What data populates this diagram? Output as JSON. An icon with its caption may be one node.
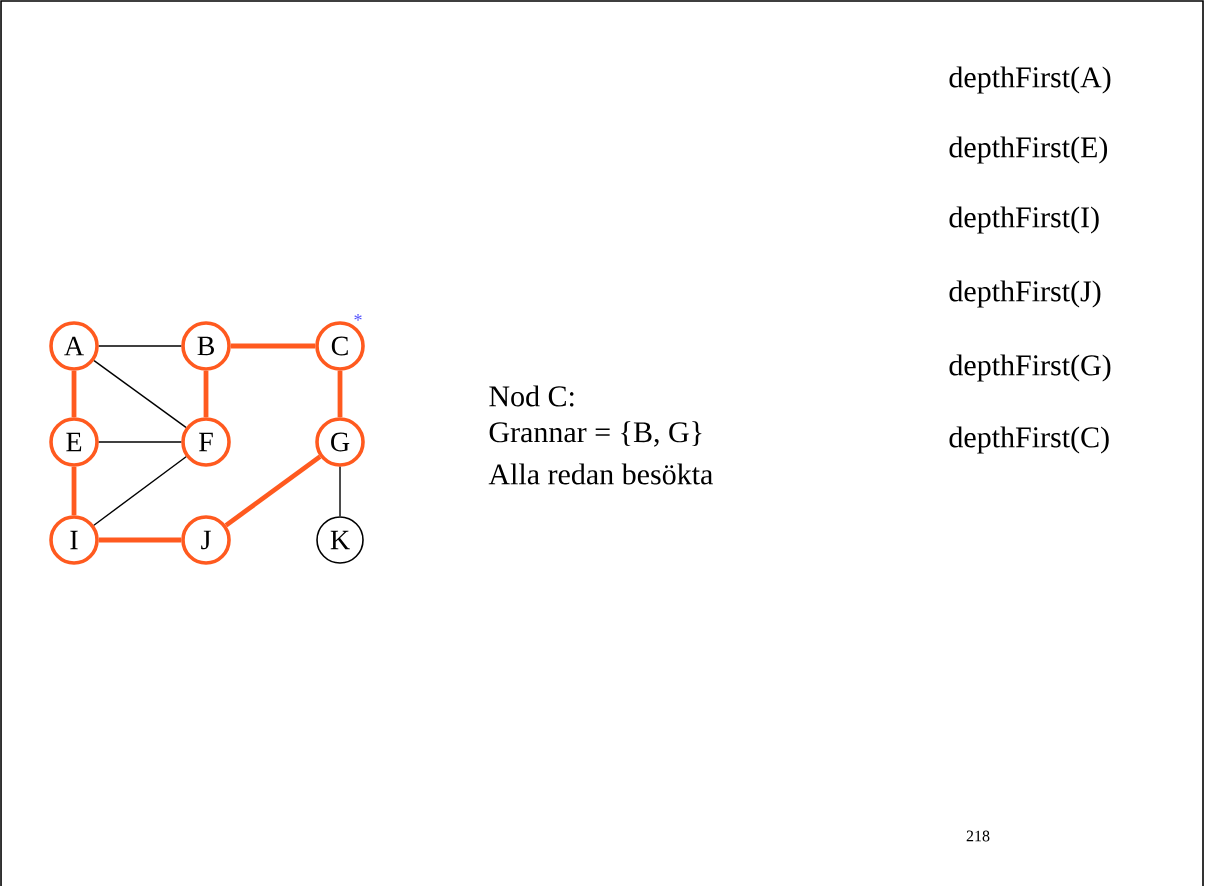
{
  "diagram": {
    "nodes": [
      {
        "text": [
          "A"
        ]
      },
      {
        "text": [
          "B"
        ]
      },
      {
        "text": [
          "C"
        ],
        "beside": [
          "*"
        ]
      },
      {
        "text": [
          "E"
        ]
      },
      {
        "text": [
          "F"
        ]
      },
      {
        "text": [
          "G"
        ]
      },
      {
        "text": [
          "I"
        ]
      },
      {
        "text": [
          "J"
        ]
      },
      {
        "text": [
          "K"
        ]
      }
    ],
    "edges": [
      {
        "from": 0,
        "to": 1,
        "arrow": "none",
        "color": "#000000"
      },
      {
        "from": 0,
        "to": 4,
        "arrow": "none",
        "color": "#000000"
      },
      {
        "from": 0,
        "to": 3,
        "arrow": "none"
      },
      {
        "from": 1,
        "to": 2,
        "arrow": "none"
      },
      {
        "from": 1,
        "to": 4,
        "arrow": "none"
      },
      {
        "from": 3,
        "to": 4,
        "arrow": "none",
        "color": "#000000"
      },
      {
        "from": 3,
        "to": 6,
        "arrow": "none"
      },
      {
        "from": 6,
        "to": 4,
        "arrow": "none",
        "color": "#000000"
      },
      {
        "from": 6,
        "to": 7,
        "arrow": "none"
      },
      {
        "from": 7,
        "to": 5,
        "arrow": "none"
      },
      {
        "from": 2,
        "to": 5,
        "arrow": "none"
      },
      {
        "from": 5,
        "to": 8,
        "arrow": "none",
        "color": "#000000"
      }
    ],
    "labels": [
      "depthFirst(A)",
      "depthFirst(E)",
      "depthFirst(I)",
      "depthFirst(J)",
      "depthFirst(G)",
      "depthFirst(C)",
      "Nod C:",
      "Grannar = {B, G}",
      "Alla redan besökta",
      "218"
    ]
  }
}
